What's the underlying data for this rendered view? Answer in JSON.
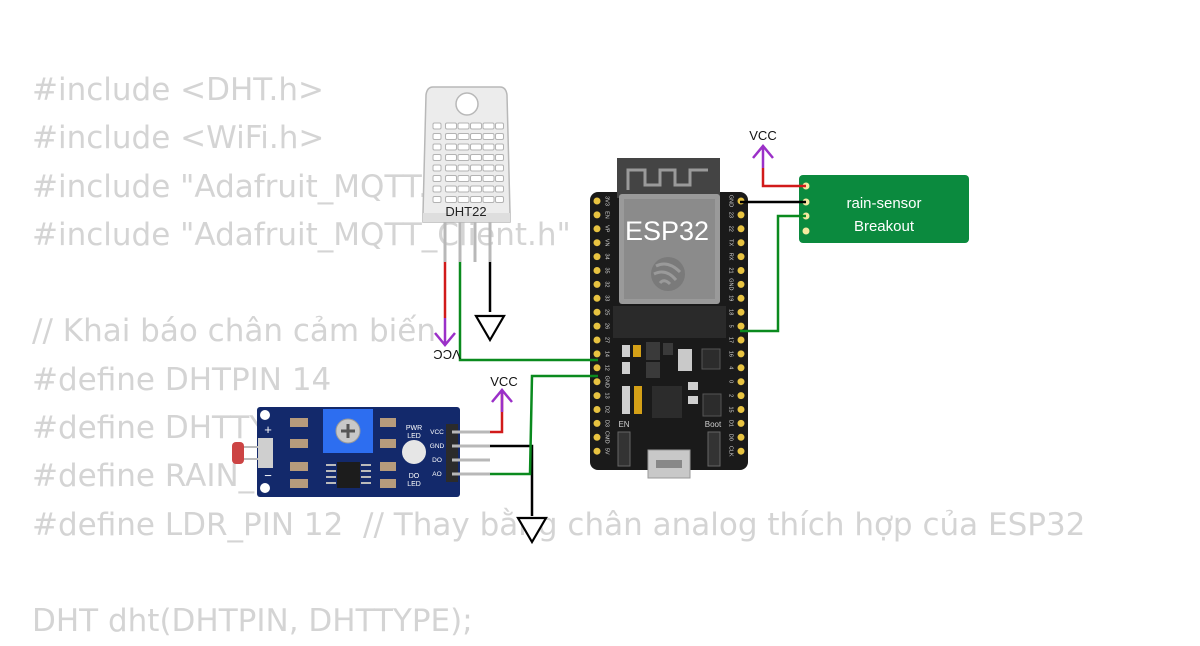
{
  "code": {
    "lines": [
      "#include <DHT.h>",
      "#include <WiFi.h>",
      "#include \"Adafruit_MQTT.h\"",
      "#include \"Adafruit_MQTT_Client.h\"",
      "",
      "// Khai báo chân cảm biến",
      "#define DHTPIN 14",
      "#define DHTTYPE DHT22",
      "#define RAIN_PIN 13",
      "#define LDR_PIN 12  // Thay bằng chân analog thích hợp của ESP32",
      "",
      "DHT dht(DHTPIN, DHTTYPE);"
    ]
  },
  "parts": {
    "dht": {
      "label": "DHT22"
    },
    "esp32": {
      "label": "ESP32",
      "left_pins": [
        "3V3",
        "EN",
        "VP",
        "VN",
        "34",
        "35",
        "32",
        "33",
        "25",
        "26",
        "27",
        "14",
        "12",
        "GND",
        "13",
        "D2",
        "D3",
        "CMD",
        "5V"
      ],
      "right_pins": [
        "GND",
        "23",
        "22",
        "TX",
        "RX",
        "21",
        "GND",
        "19",
        "18",
        "5",
        "17",
        "16",
        "4",
        "0",
        "2",
        "15",
        "D1",
        "D0",
        "CLK"
      ],
      "en_label": "EN",
      "boot_label": "Boot"
    },
    "rain": {
      "line1": "rain-sensor",
      "line2": "Breakout"
    },
    "ldr": {
      "pwr_led": [
        "PWR",
        "LED"
      ],
      "do_led": [
        "DO",
        "LED"
      ],
      "pins": [
        "VCC",
        "GND",
        "DO",
        "AO"
      ],
      "plus": "+",
      "minus": "−"
    }
  },
  "power": {
    "vcc_dht": "VCC",
    "vcc_ldr": "VCC",
    "vcc_rain": "VCC"
  },
  "colors": {
    "wire_green": "#0a8a1e",
    "wire_red": "#d11a1a",
    "wire_black": "#000000",
    "power_purple": "#9b30c8",
    "esp_board": "#1a1a1a",
    "rain_pcb": "#0b8a3e",
    "ldr_pcb": "#13296b"
  }
}
